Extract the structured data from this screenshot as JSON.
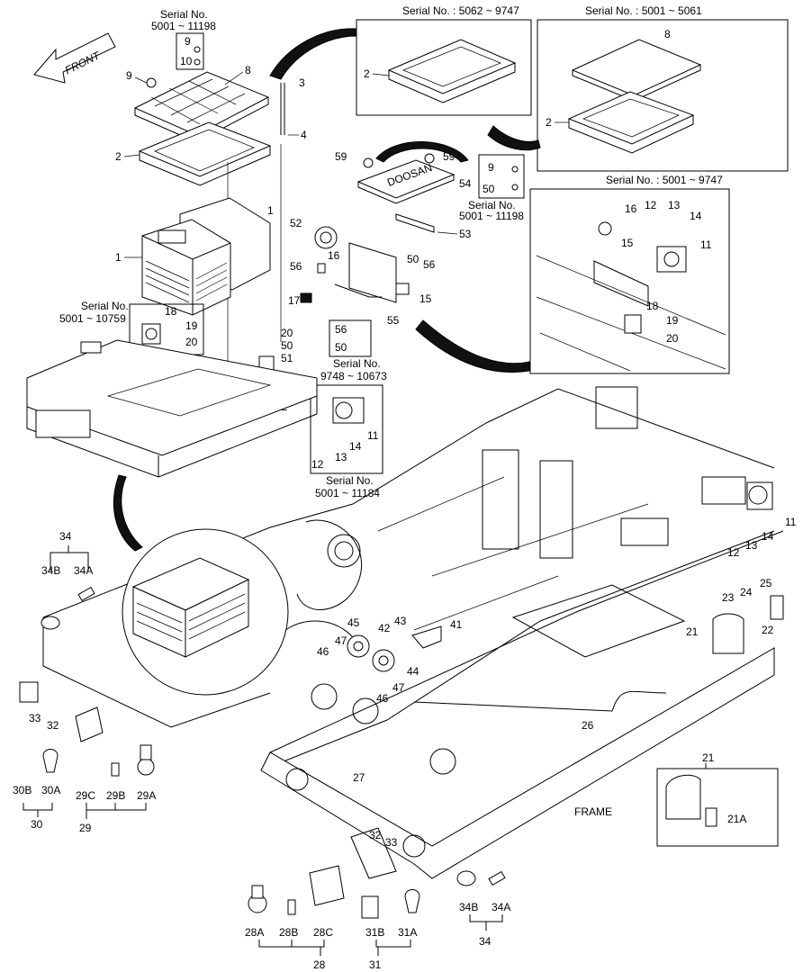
{
  "direction_label": "FRONT",
  "frame_label": "FRAME",
  "serial_boxes": {
    "top_left": {
      "title": "Serial No.",
      "range": "5001 ~ 11198"
    },
    "box_5062": {
      "title": "Serial No. : 5062 ~ 9747"
    },
    "box_5001_5061": {
      "title": "Serial No. : 5001 ~ 5061"
    },
    "box_mid_right": {
      "title": "Serial No.",
      "range": "5001 ~ 11198"
    },
    "box_5001_9747": {
      "title": "Serial No. : 5001 ~ 9747"
    },
    "box_left": {
      "title": "Serial No.",
      "range": "5001 ~ 10759"
    },
    "box_9748": {
      "title": "Serial No.",
      "range": "9748 ~ 10673"
    },
    "box_11184": {
      "title": "Serial No.",
      "range": "5001 ~ 11184"
    }
  },
  "callouts": {
    "c1a": "1",
    "c1b": "1",
    "c2a": "2",
    "c2b": "2",
    "c2c": "2",
    "c3": "3",
    "c4": "4",
    "c8a": "8",
    "c8b": "8",
    "c9a": "9",
    "c9b": "9",
    "c9c": "9",
    "c10": "10",
    "c11a": "11",
    "c11b": "11",
    "c11c": "11",
    "c11d": "11",
    "c12a": "12",
    "c12b": "12",
    "c12c": "12",
    "c12d": "12",
    "c13a": "13",
    "c13b": "13",
    "c13c": "13",
    "c14a": "14",
    "c14b": "14",
    "c14c": "14",
    "c15a": "15",
    "c15b": "15",
    "c16a": "16",
    "c16b": "16",
    "c17": "17",
    "c18a": "18",
    "c18b": "18",
    "c19a": "19",
    "c19b": "19",
    "c20a": "20",
    "c20b": "20",
    "c20c": "20",
    "c21a": "21",
    "c21b": "21",
    "c21A": "21A",
    "c22": "22",
    "c23": "23",
    "c24": "24",
    "c25": "25",
    "c26": "26",
    "c27": "27",
    "c28": "28",
    "c28A": "28A",
    "c28B": "28B",
    "c28C": "28C",
    "c29": "29",
    "c29A": "29A",
    "c29B": "29B",
    "c29C": "29C",
    "c30": "30",
    "c30A": "30A",
    "c30B": "30B",
    "c31": "31",
    "c31A": "31A",
    "c31B": "31B",
    "c32a": "32",
    "c32b": "32",
    "c33a": "33",
    "c33b": "33",
    "c34a": "34",
    "c34b": "34",
    "c34Aa": "34A",
    "c34Ab": "34A",
    "c34Ba": "34B",
    "c34Bb": "34B",
    "c41": "41",
    "c42": "42",
    "c43": "43",
    "c44": "44",
    "c45": "45",
    "c46a": "46",
    "c46b": "46",
    "c47a": "47",
    "c47b": "47",
    "c50a": "50",
    "c50b": "50",
    "c50c": "50",
    "c50d": "50",
    "c51": "51",
    "c52": "52",
    "c53": "53",
    "c54": "54",
    "c55": "55",
    "c56a": "56",
    "c56b": "56",
    "c56c": "56",
    "c59a": "59",
    "c59b": "59"
  }
}
